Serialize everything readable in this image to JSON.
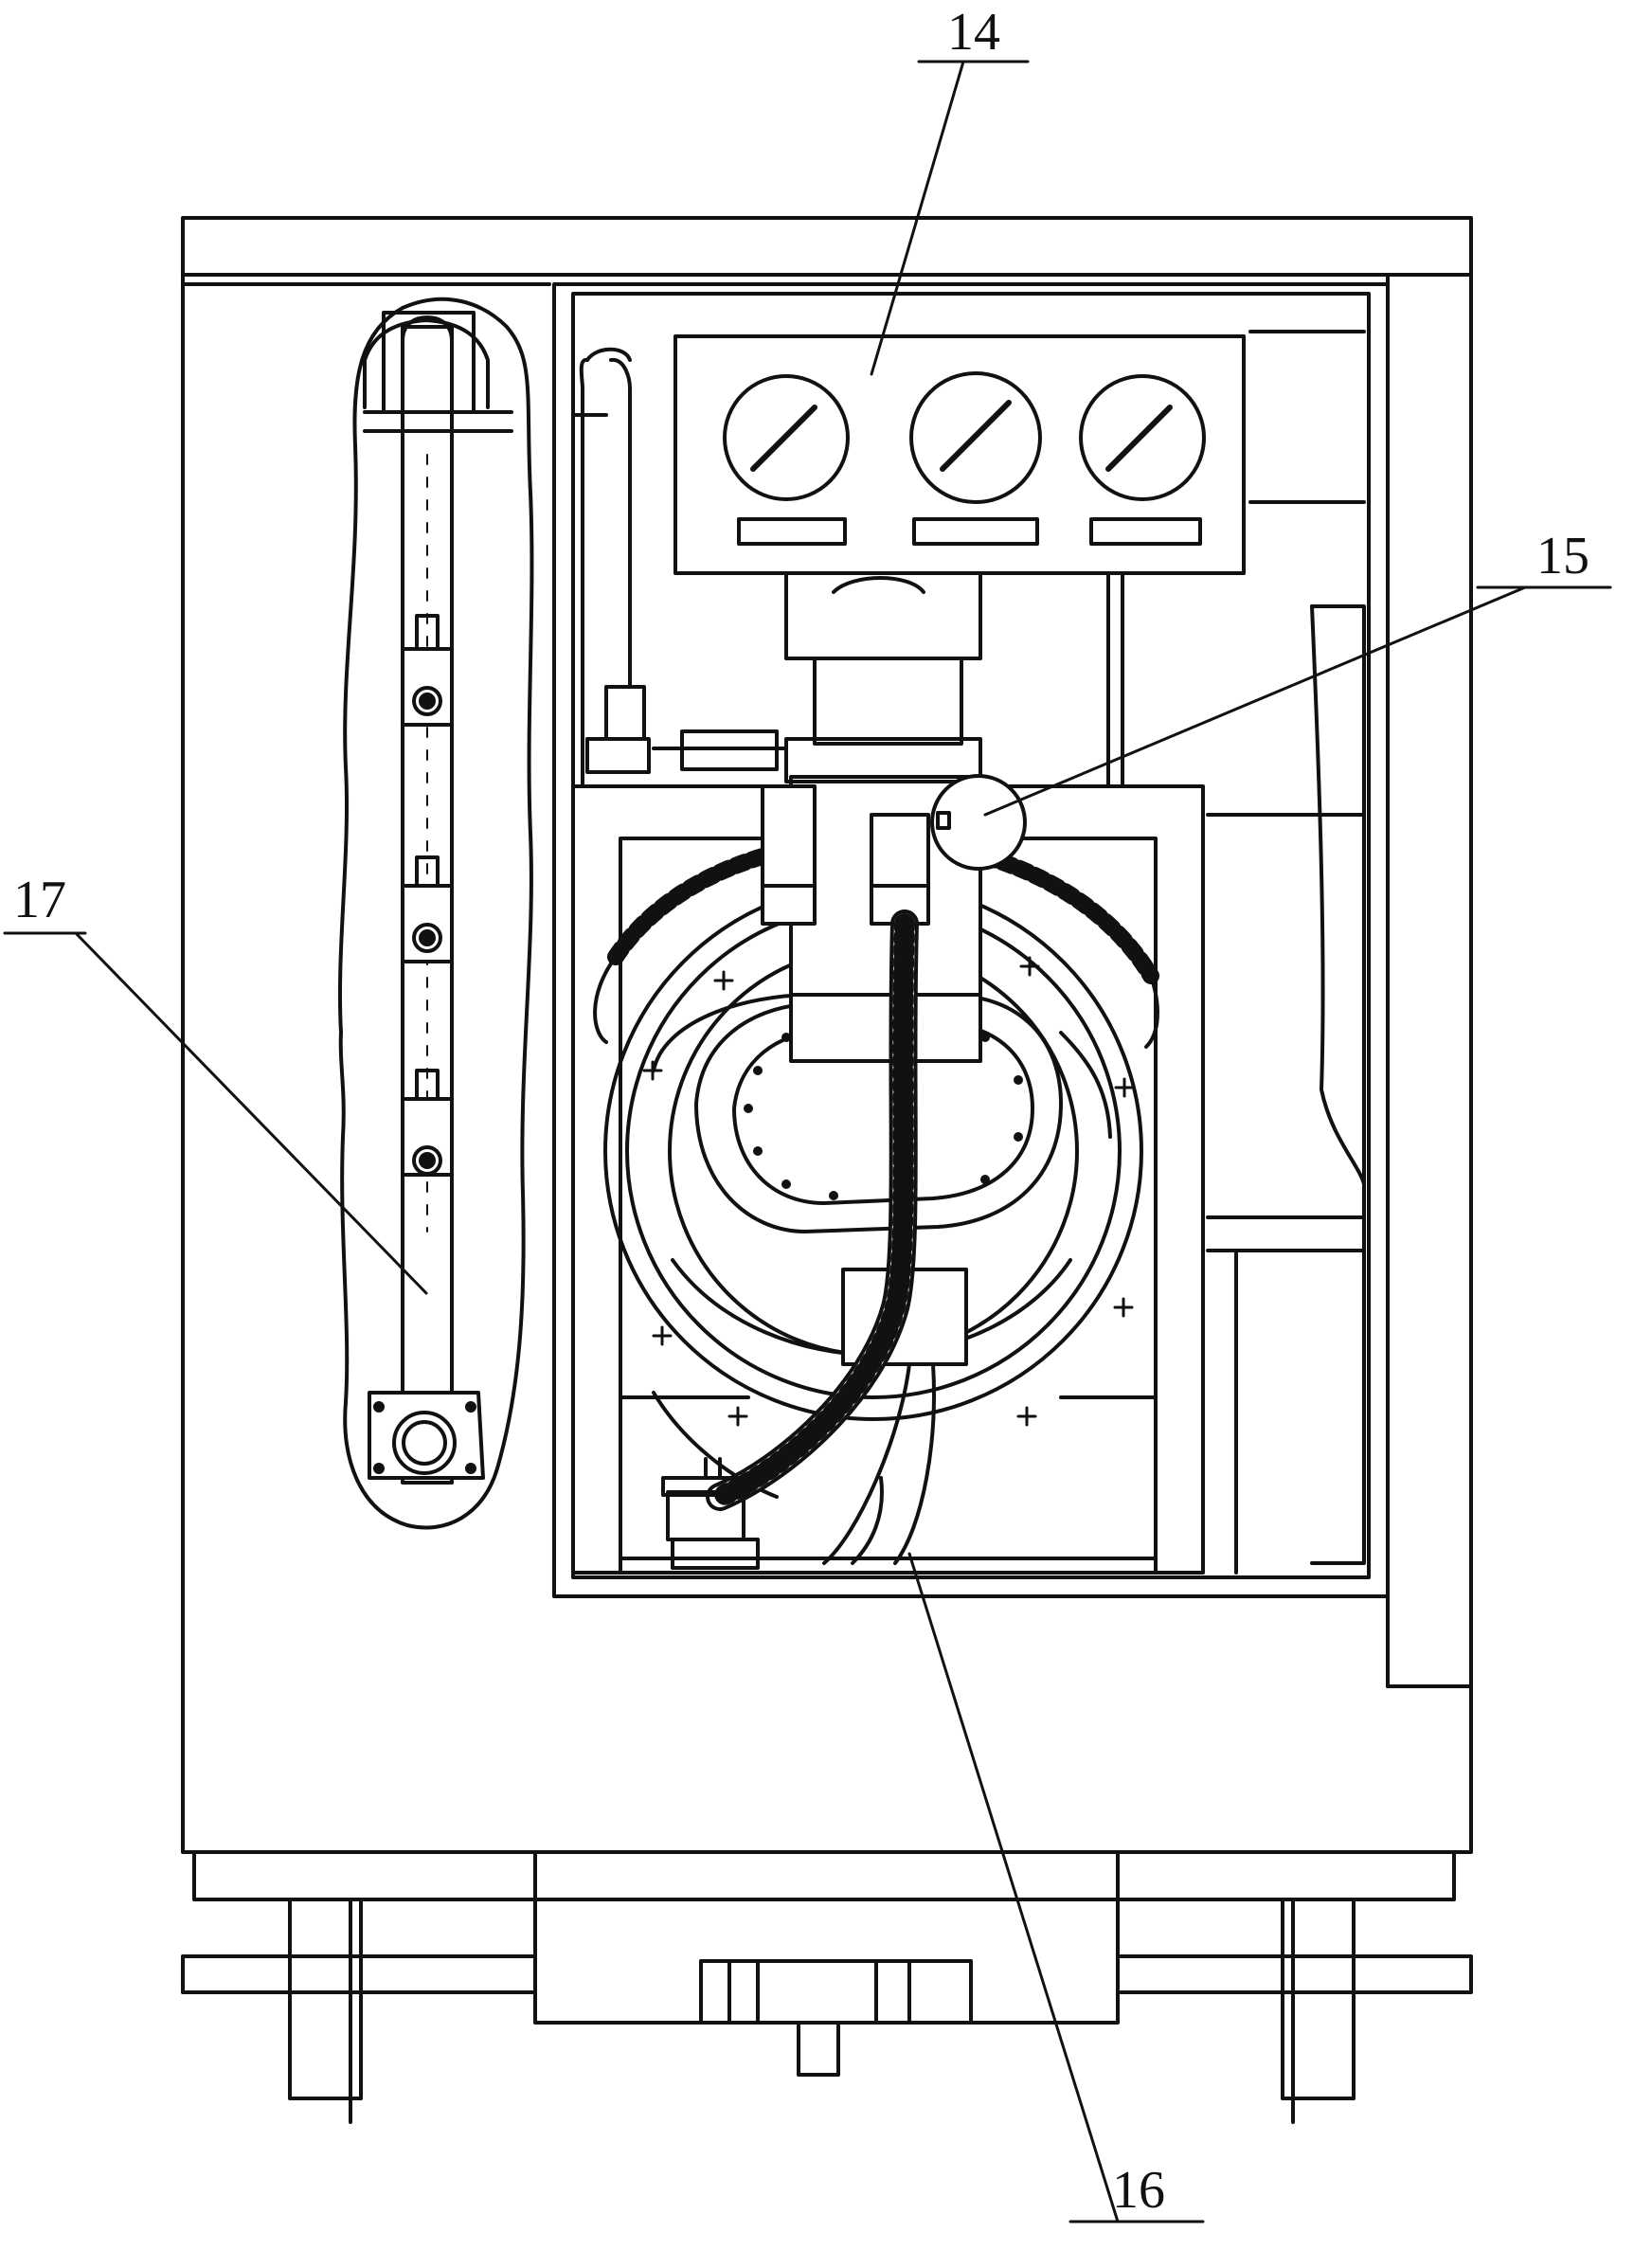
{
  "labels": {
    "ref_14": "14",
    "ref_15": "15",
    "ref_16": "16",
    "ref_17": "17"
  },
  "colors": {
    "ink": "#111111",
    "paper": "#ffffff"
  }
}
